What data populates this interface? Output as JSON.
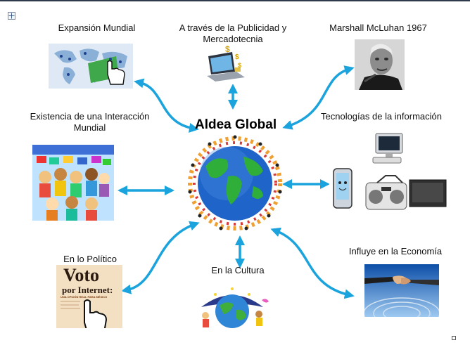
{
  "diagram": {
    "center": "Aldea Global",
    "nodes": {
      "expansion": "Expansión Mundial",
      "advertising": "A través de la Publicidad y Mercadotecnia",
      "mcluhan": "Marshall McLuhan 1967",
      "interaction": "Existencia de una Interacción Mundial",
      "technologies": "Tecnologías de la información",
      "politics": "En lo Político",
      "culture": "En la Cultura",
      "economy": "Influye en la  Economía"
    },
    "vote_poster": {
      "line1": "Voto",
      "line2": "por Internet:",
      "line3": "UNA OPCIÓN REAL PARA MÉXICO"
    },
    "colors": {
      "arrow": "#1aa3dc",
      "globe_ocean": "#1f64c8",
      "globe_land": "#2fae3a"
    }
  }
}
